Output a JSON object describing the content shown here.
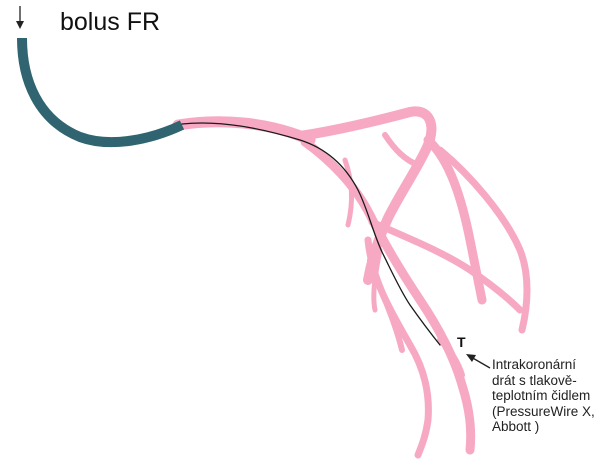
{
  "labels": {
    "bolus": "bolus FR",
    "sensor_marker": "T",
    "wire_description": [
      "Intrakoronární",
      "drát s tlakově-",
      "teplotním čidlem",
      "(PressureWire X,",
      "Abbott )"
    ]
  },
  "colors": {
    "vessel": "#f7a9c4",
    "catheter": "#2f6470",
    "guidewire": "#1a1a1a",
    "text": "#111111"
  },
  "icons": {
    "bolus_arrow": "down-arrow-icon",
    "sensor_arrow": "pointer-arrow-icon"
  }
}
